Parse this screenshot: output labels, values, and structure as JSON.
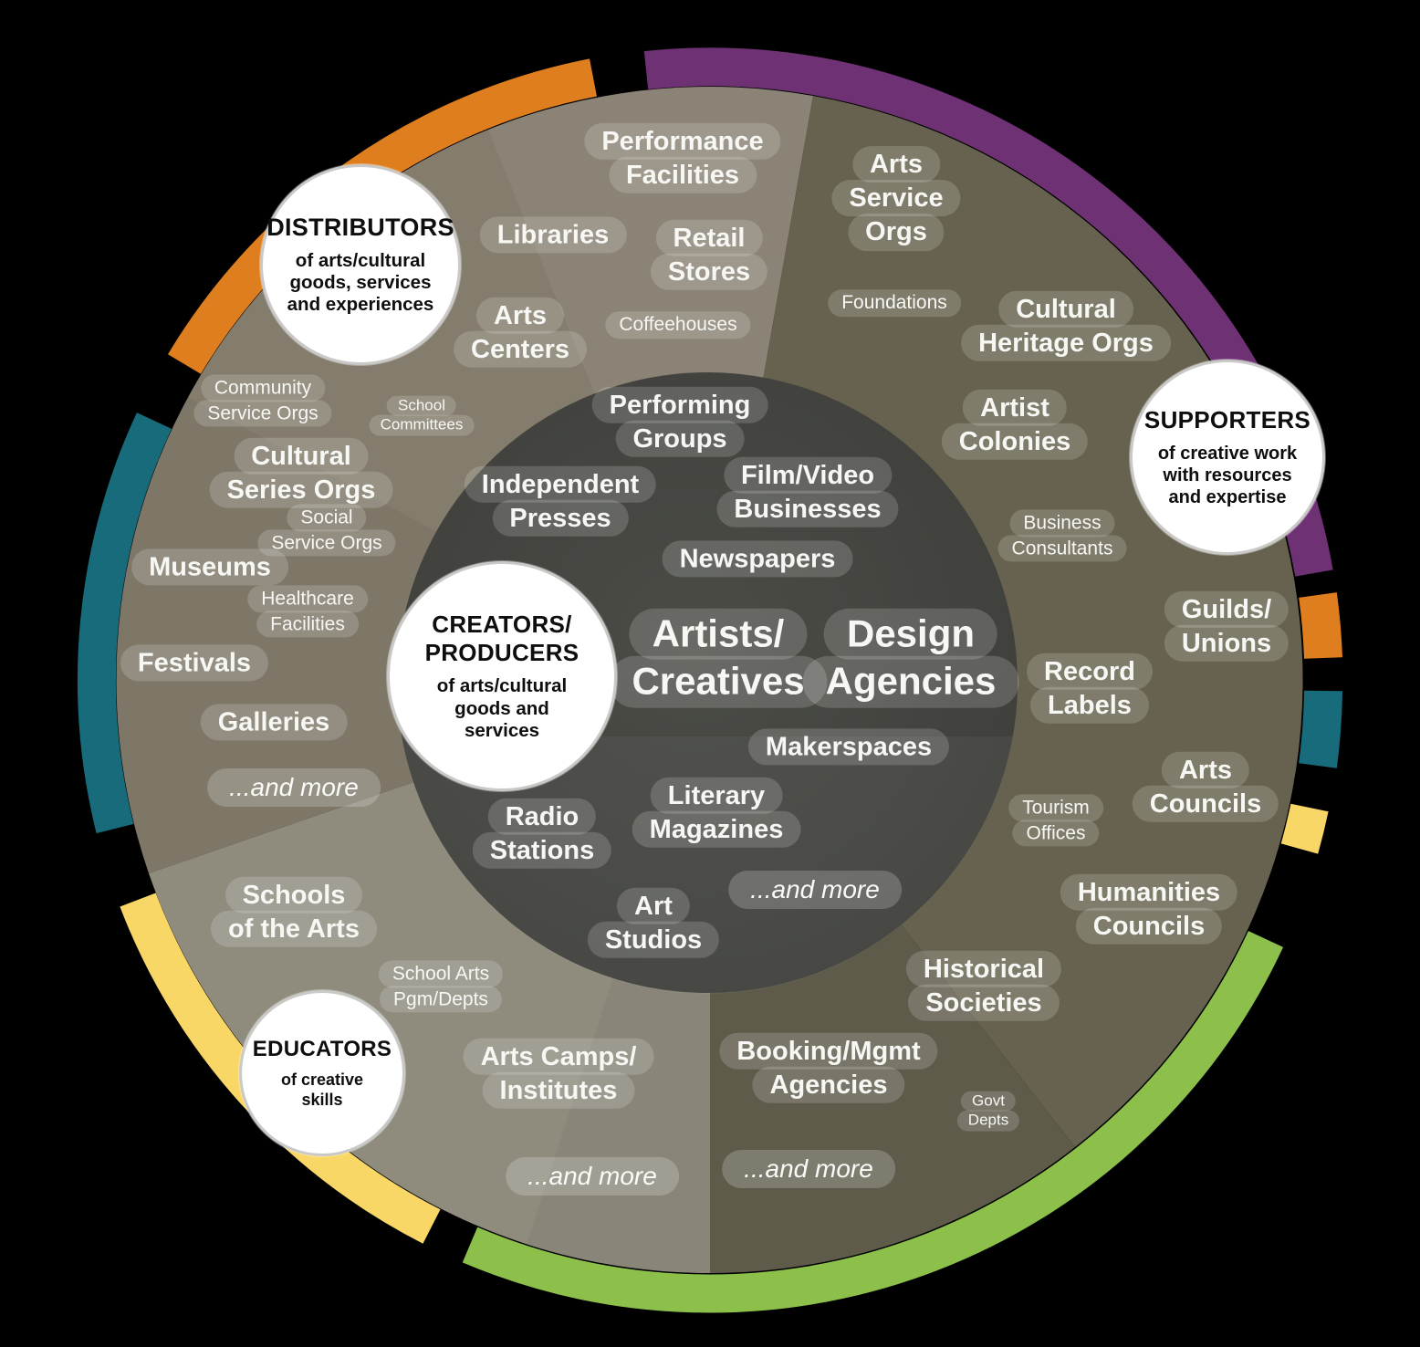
{
  "diagram_title": "Arts and cultural ecosystem wheel",
  "colors": {
    "background": "#000000",
    "arc_orange": "#DF7E1E",
    "arc_purple": "#6E3173",
    "arc_teal": "#176B7B",
    "arc_yellow": "#F9D766",
    "arc_green": "#8CC04B",
    "sector_distributors": "#847C6D",
    "sector_supporters": "#67624F",
    "sector_educators": "#8F8C7E",
    "sector_booking": "#5E5B4B",
    "core_center": "#4B4C46",
    "core_edge": "#3E3F3B"
  },
  "hubs": {
    "distributors": {
      "title": "DISTRIBUTORS",
      "subtitle": "of arts/cultural goods, services and experiences"
    },
    "supporters": {
      "title": "SUPPORTERS",
      "subtitle": "of creative work with resources and expertise"
    },
    "creators": {
      "title": "CREATORS/ PRODUCERS",
      "subtitle": "of arts/cultural goods and services"
    },
    "educators": {
      "title": "EDUCATORS",
      "subtitle": "of creative skills"
    }
  },
  "sectors": {
    "distributors": {
      "name": "Distributors",
      "items": {
        "performance_facilities": {
          "lines": [
            "Performance",
            "Facilities"
          ]
        },
        "libraries": {
          "lines": [
            "Libraries"
          ]
        },
        "retail_stores": {
          "lines": [
            "Retail",
            "Stores"
          ]
        },
        "arts_centers": {
          "lines": [
            "Arts",
            "Centers"
          ]
        },
        "coffeehouses": {
          "lines": [
            "Coffeehouses"
          ]
        },
        "community_service_orgs": {
          "lines": [
            "Community",
            "Service Orgs"
          ]
        },
        "school_committees": {
          "lines": [
            "School",
            "Committees"
          ]
        },
        "cultural_series_orgs": {
          "lines": [
            "Cultural",
            "Series Orgs"
          ]
        },
        "social_service_orgs": {
          "lines": [
            "Social",
            "Service Orgs"
          ]
        },
        "museums": {
          "lines": [
            "Museums"
          ]
        },
        "healthcare_facilities": {
          "lines": [
            "Healthcare",
            "Facilities"
          ]
        },
        "festivals": {
          "lines": [
            "Festivals"
          ]
        },
        "galleries": {
          "lines": [
            "Galleries"
          ]
        },
        "and_more": {
          "lines": [
            "...and more"
          ]
        }
      }
    },
    "creators_core": {
      "name": "Creators/Producers",
      "items": {
        "performing_groups": {
          "lines": [
            "Performing",
            "Groups"
          ]
        },
        "independent_presses": {
          "lines": [
            "Independent",
            "Presses"
          ]
        },
        "film_video_businesses": {
          "lines": [
            "Film/Video",
            "Businesses"
          ]
        },
        "newspapers": {
          "lines": [
            "Newspapers"
          ]
        },
        "artists_creatives": {
          "lines": [
            "Artists/",
            "Creatives"
          ]
        },
        "design_agencies": {
          "lines": [
            "Design",
            "Agencies"
          ]
        },
        "makerspaces": {
          "lines": [
            "Makerspaces"
          ]
        },
        "literary_magazines": {
          "lines": [
            "Literary",
            "Magazines"
          ]
        },
        "radio_stations": {
          "lines": [
            "Radio",
            "Stations"
          ]
        },
        "and_more": {
          "lines": [
            "...and more"
          ]
        },
        "art_studios": {
          "lines": [
            "Art",
            "Studios"
          ]
        }
      }
    },
    "supporters": {
      "name": "Supporters",
      "items": {
        "arts_service_orgs": {
          "lines": [
            "Arts",
            "Service",
            "Orgs"
          ]
        },
        "foundations": {
          "lines": [
            "Foundations"
          ]
        },
        "cultural_heritage_orgs": {
          "lines": [
            "Cultural",
            "Heritage Orgs"
          ]
        },
        "artist_colonies": {
          "lines": [
            "Artist",
            "Colonies"
          ]
        },
        "business_consultants": {
          "lines": [
            "Business",
            "Consultants"
          ]
        },
        "guilds_unions": {
          "lines": [
            "Guilds/",
            "Unions"
          ]
        },
        "record_labels": {
          "lines": [
            "Record",
            "Labels"
          ]
        },
        "arts_councils": {
          "lines": [
            "Arts",
            "Councils"
          ]
        },
        "tourism_offices": {
          "lines": [
            "Tourism",
            "Offices"
          ]
        },
        "humanities_councils": {
          "lines": [
            "Humanities",
            "Councils"
          ]
        },
        "historical_societies": {
          "lines": [
            "Historical",
            "Societies"
          ]
        },
        "booking_mgmt_agencies": {
          "lines": [
            "Booking/Mgmt",
            "Agencies"
          ]
        },
        "govt_depts": {
          "lines": [
            "Govt",
            "Depts"
          ]
        },
        "and_more": {
          "lines": [
            "...and more"
          ]
        }
      }
    },
    "educators": {
      "name": "Educators",
      "items": {
        "schools_of_the_arts": {
          "lines": [
            "Schools",
            "of the Arts"
          ]
        },
        "school_arts_pgm_depts": {
          "lines": [
            "School Arts",
            "Pgm/Depts"
          ]
        },
        "arts_camps_institutes": {
          "lines": [
            "Arts Camps/",
            "Institutes"
          ]
        },
        "and_more": {
          "lines": [
            "...and more"
          ]
        }
      }
    }
  }
}
